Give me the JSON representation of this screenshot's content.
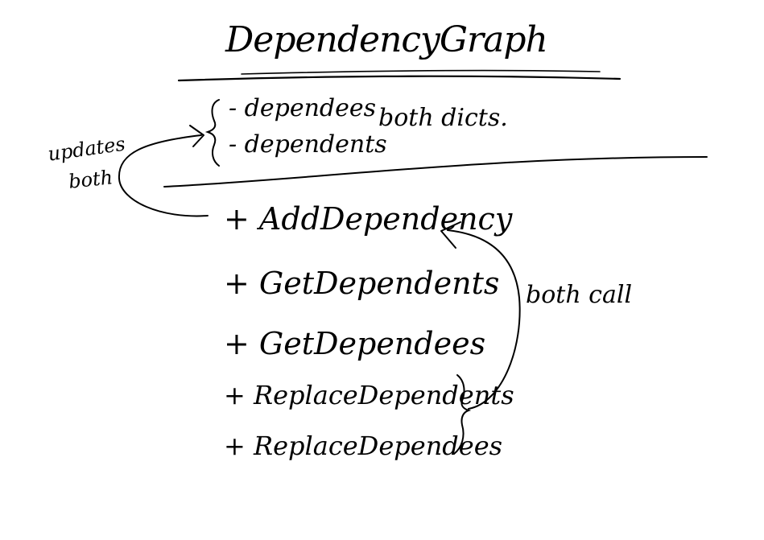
{
  "title": "DependencyGraph",
  "fields": [
    "- dependees",
    "- dependents"
  ],
  "fields_note": "both dicts.",
  "side_note": [
    "updates",
    "both"
  ],
  "methods": [
    "+ AddDependency",
    "+ GetDependents",
    "+ GetDependees",
    "+ ReplaceDependents",
    "+ ReplaceDependees"
  ],
  "call_note": "both call",
  "colors": {
    "ink": "#000000",
    "background": "#ffffff"
  }
}
